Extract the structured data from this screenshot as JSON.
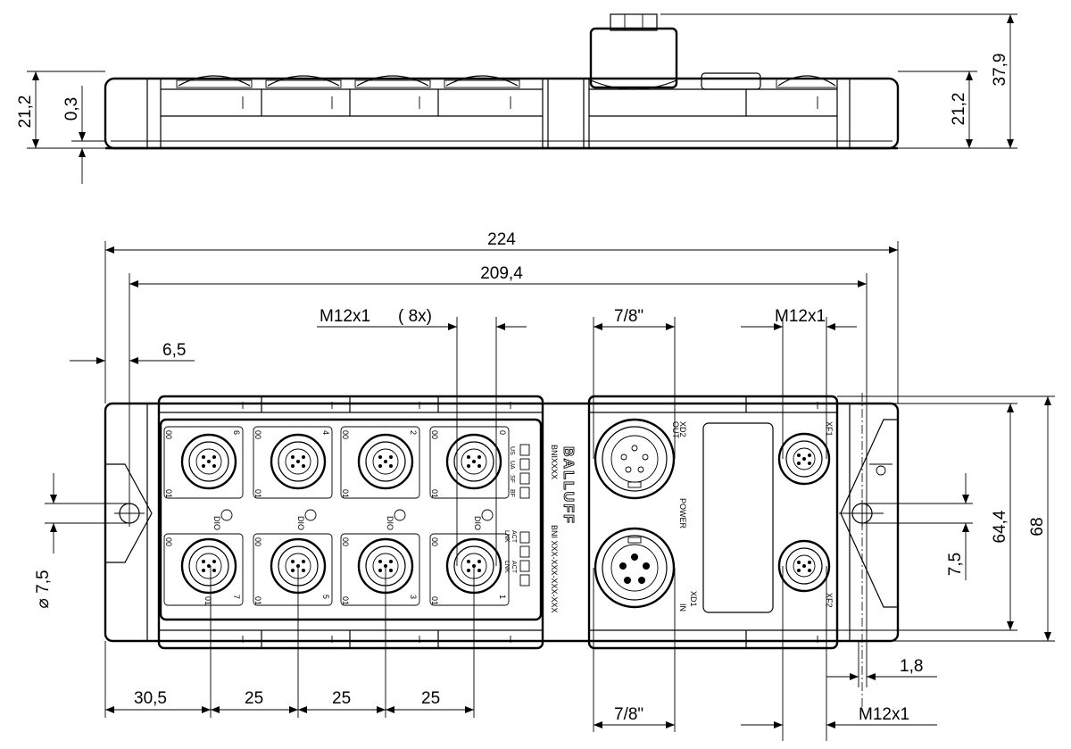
{
  "dimensions": {
    "side_h_left": "21,2",
    "side_gap": "0,3",
    "side_h_right": "21,2",
    "side_total_h": "37,9",
    "length_total": "224",
    "hole_pitch": "209,4",
    "hole_offset": "6,5",
    "m12_ports": "M12x1",
    "m12_count": "( 8x)",
    "power_top": "7/8\"",
    "power_bottom": "7/8\"",
    "fieldbus_top": "M12x1",
    "fieldbus_bottom": "M12x1",
    "hole_dia": "⌀ 7,5",
    "hole_slot": "7,5",
    "inner_width": "64,4",
    "total_width": "68",
    "flange_offset": "1,8",
    "first_port_x": "30,5",
    "port_pitch_1": "25",
    "port_pitch_2": "25",
    "port_pitch_3": "25"
  },
  "labels": {
    "brand": "BALLUFF",
    "series": "BNIXXXX",
    "part_number": "BNI XXX-XXX-XXX-XXX",
    "power_label": "POWER",
    "xd2": "XD2",
    "xd2_dir": "OUT",
    "xd1": "XD1",
    "xd1_dir": "IN",
    "xf1": "XF1",
    "xf2": "XF2",
    "dio": "DIO",
    "pin_00": "00",
    "pin_01": "01",
    "led_us": "US",
    "led_ua": "UA",
    "led_sf": "SF",
    "led_bf": "BF",
    "led_lnk": "LNK",
    "led_act": "ACT",
    "port_numbers_top": [
      "6",
      "4",
      "2",
      "0"
    ],
    "port_numbers_bottom": [
      "7",
      "5",
      "3",
      "1"
    ]
  }
}
